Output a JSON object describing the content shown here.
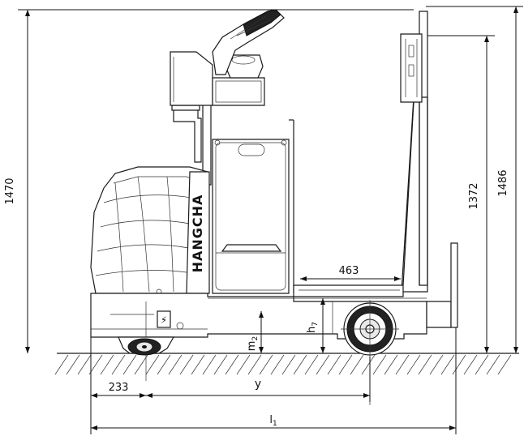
{
  "brand": "HANGCHA",
  "dimensions": {
    "overall_height": "1470",
    "backrest_height": "1486",
    "platform_height": "1372",
    "platform_length": "463",
    "h7": "h",
    "h7_sub": "7",
    "m2": "m",
    "m2_sub": "2",
    "front_overhang": "233",
    "wheelbase": "y",
    "overall_length": "l",
    "overall_length_sub": "1"
  }
}
